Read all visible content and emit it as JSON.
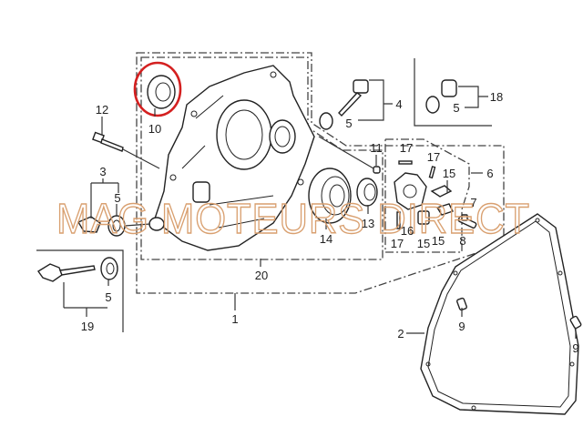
{
  "diagram": {
    "watermark": "MAG MOTEURS DIRECT",
    "highlight_color": "#d42020",
    "callouts": {
      "c10": "10",
      "c12": "12",
      "c3": "3",
      "c5a": "5",
      "c5b": "5",
      "c19": "19",
      "c20": "20",
      "c1": "1",
      "c4": "4",
      "c5c": "5",
      "c18": "18",
      "c5d": "5",
      "c11": "11",
      "c17a": "17",
      "c17b": "17",
      "c15a": "15",
      "c6": "6",
      "c7": "7",
      "c14": "14",
      "c13": "13",
      "c16": "16",
      "c17c": "17",
      "c15b": "15",
      "c15c": "15",
      "c8": "8",
      "c9a": "9",
      "c9b": "9",
      "c2": "2"
    }
  }
}
